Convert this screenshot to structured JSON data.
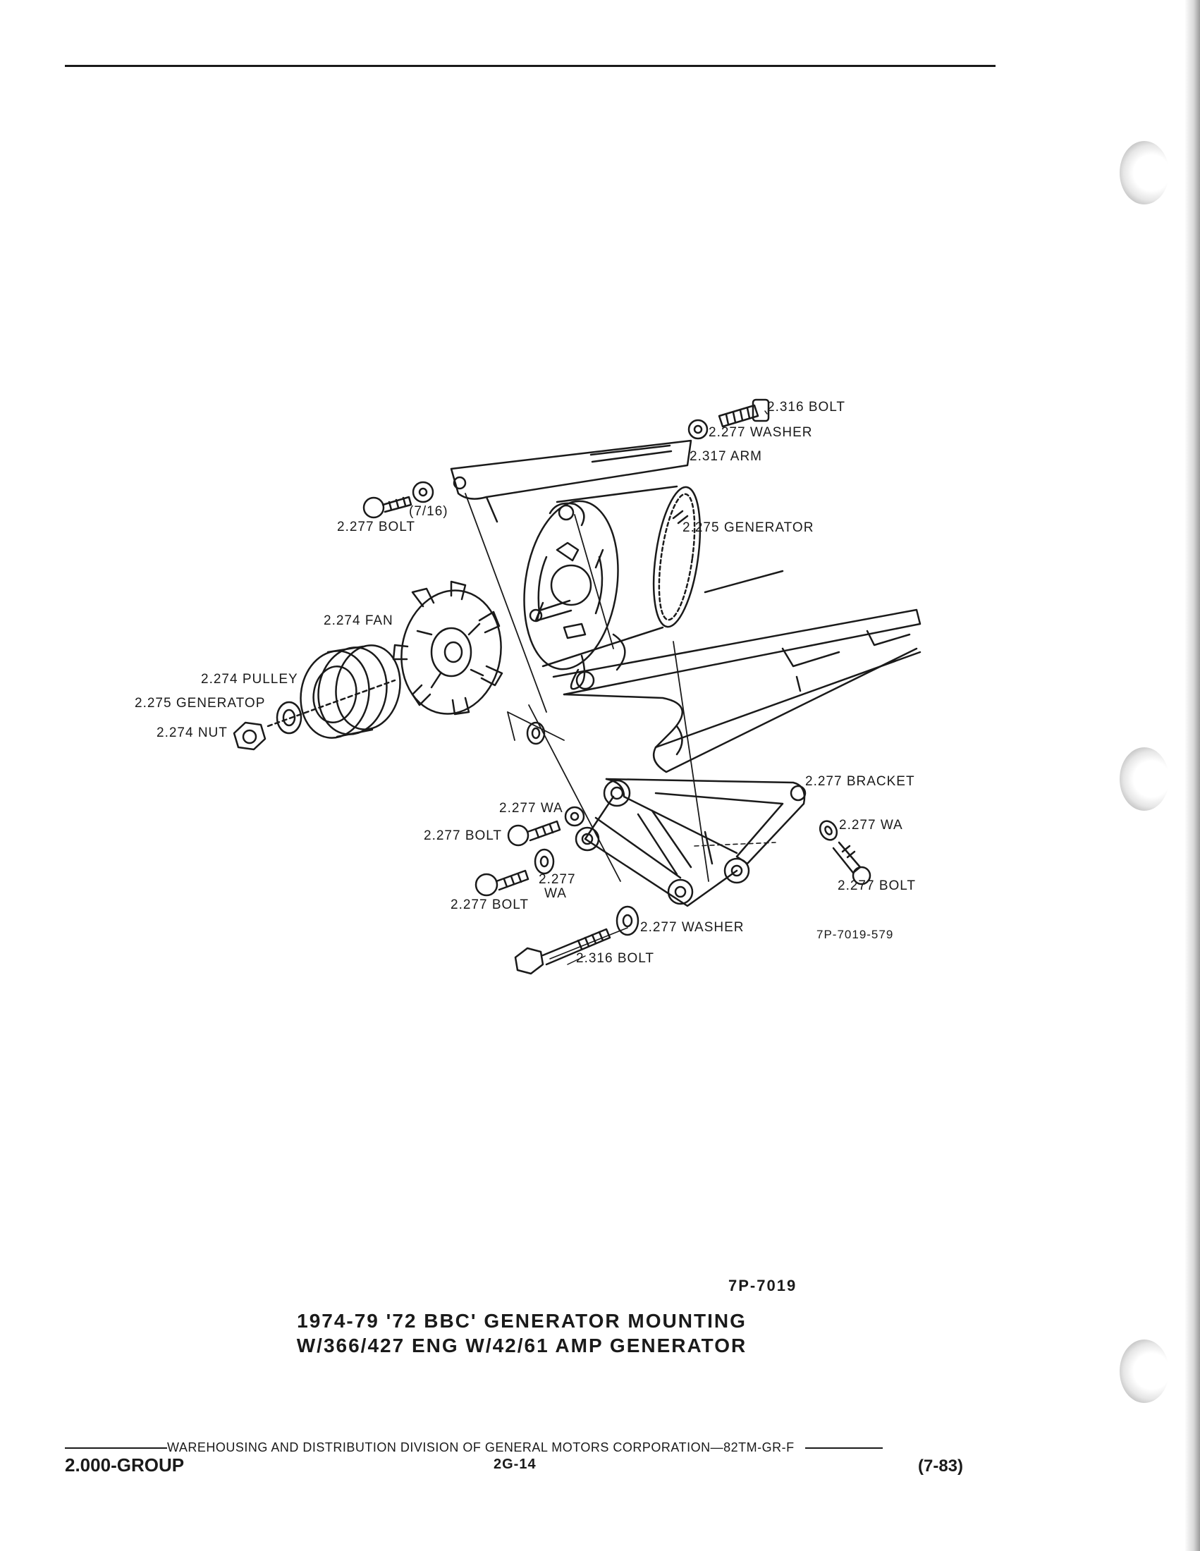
{
  "labels": {
    "top_bolt": "2.316 BOLT",
    "top_washer": "2.277 WASHER",
    "arm": "2.317 ARM",
    "left_bolt_size": "(7/16)",
    "left_bolt": "2.277 BOLT",
    "generator": "2.275 GENERATOR",
    "fan": "2.274 FAN",
    "pulley": "2.274 PULLEY",
    "pulley_generator": "2.275 GENERATOP",
    "nut": "2.274 NUT",
    "bracket": "2.277 BRACKET",
    "wa_left": "2.277 WA",
    "bolt_mid_left": "2.277 BOLT",
    "wa_right": "2.277 WA",
    "wa_mid_line1": "2.277",
    "wa_mid_line2": "WA",
    "bolt_lower_left": "2.277 BOLT",
    "bolt_right": "2.277 BOLT",
    "bottom_washer": "2.277 WASHER",
    "bottom_bolt": "2.316 BOLT",
    "drawing_number": "7P-7019-579"
  },
  "figure_code": "7P-7019",
  "caption": {
    "line1": "1974-79 '72 BBC' GENERATOR MOUNTING",
    "line2": "W/366/427 ENG W/42/61 AMP GENERATOR"
  },
  "footer": {
    "publisher": "WAREHOUSING AND DISTRIBUTION  DIVISION OF GENERAL MOTORS CORPORATION—82TM-GR-F",
    "group": "2.000-GROUP",
    "page": "2G-14",
    "date": "(7-83)"
  }
}
